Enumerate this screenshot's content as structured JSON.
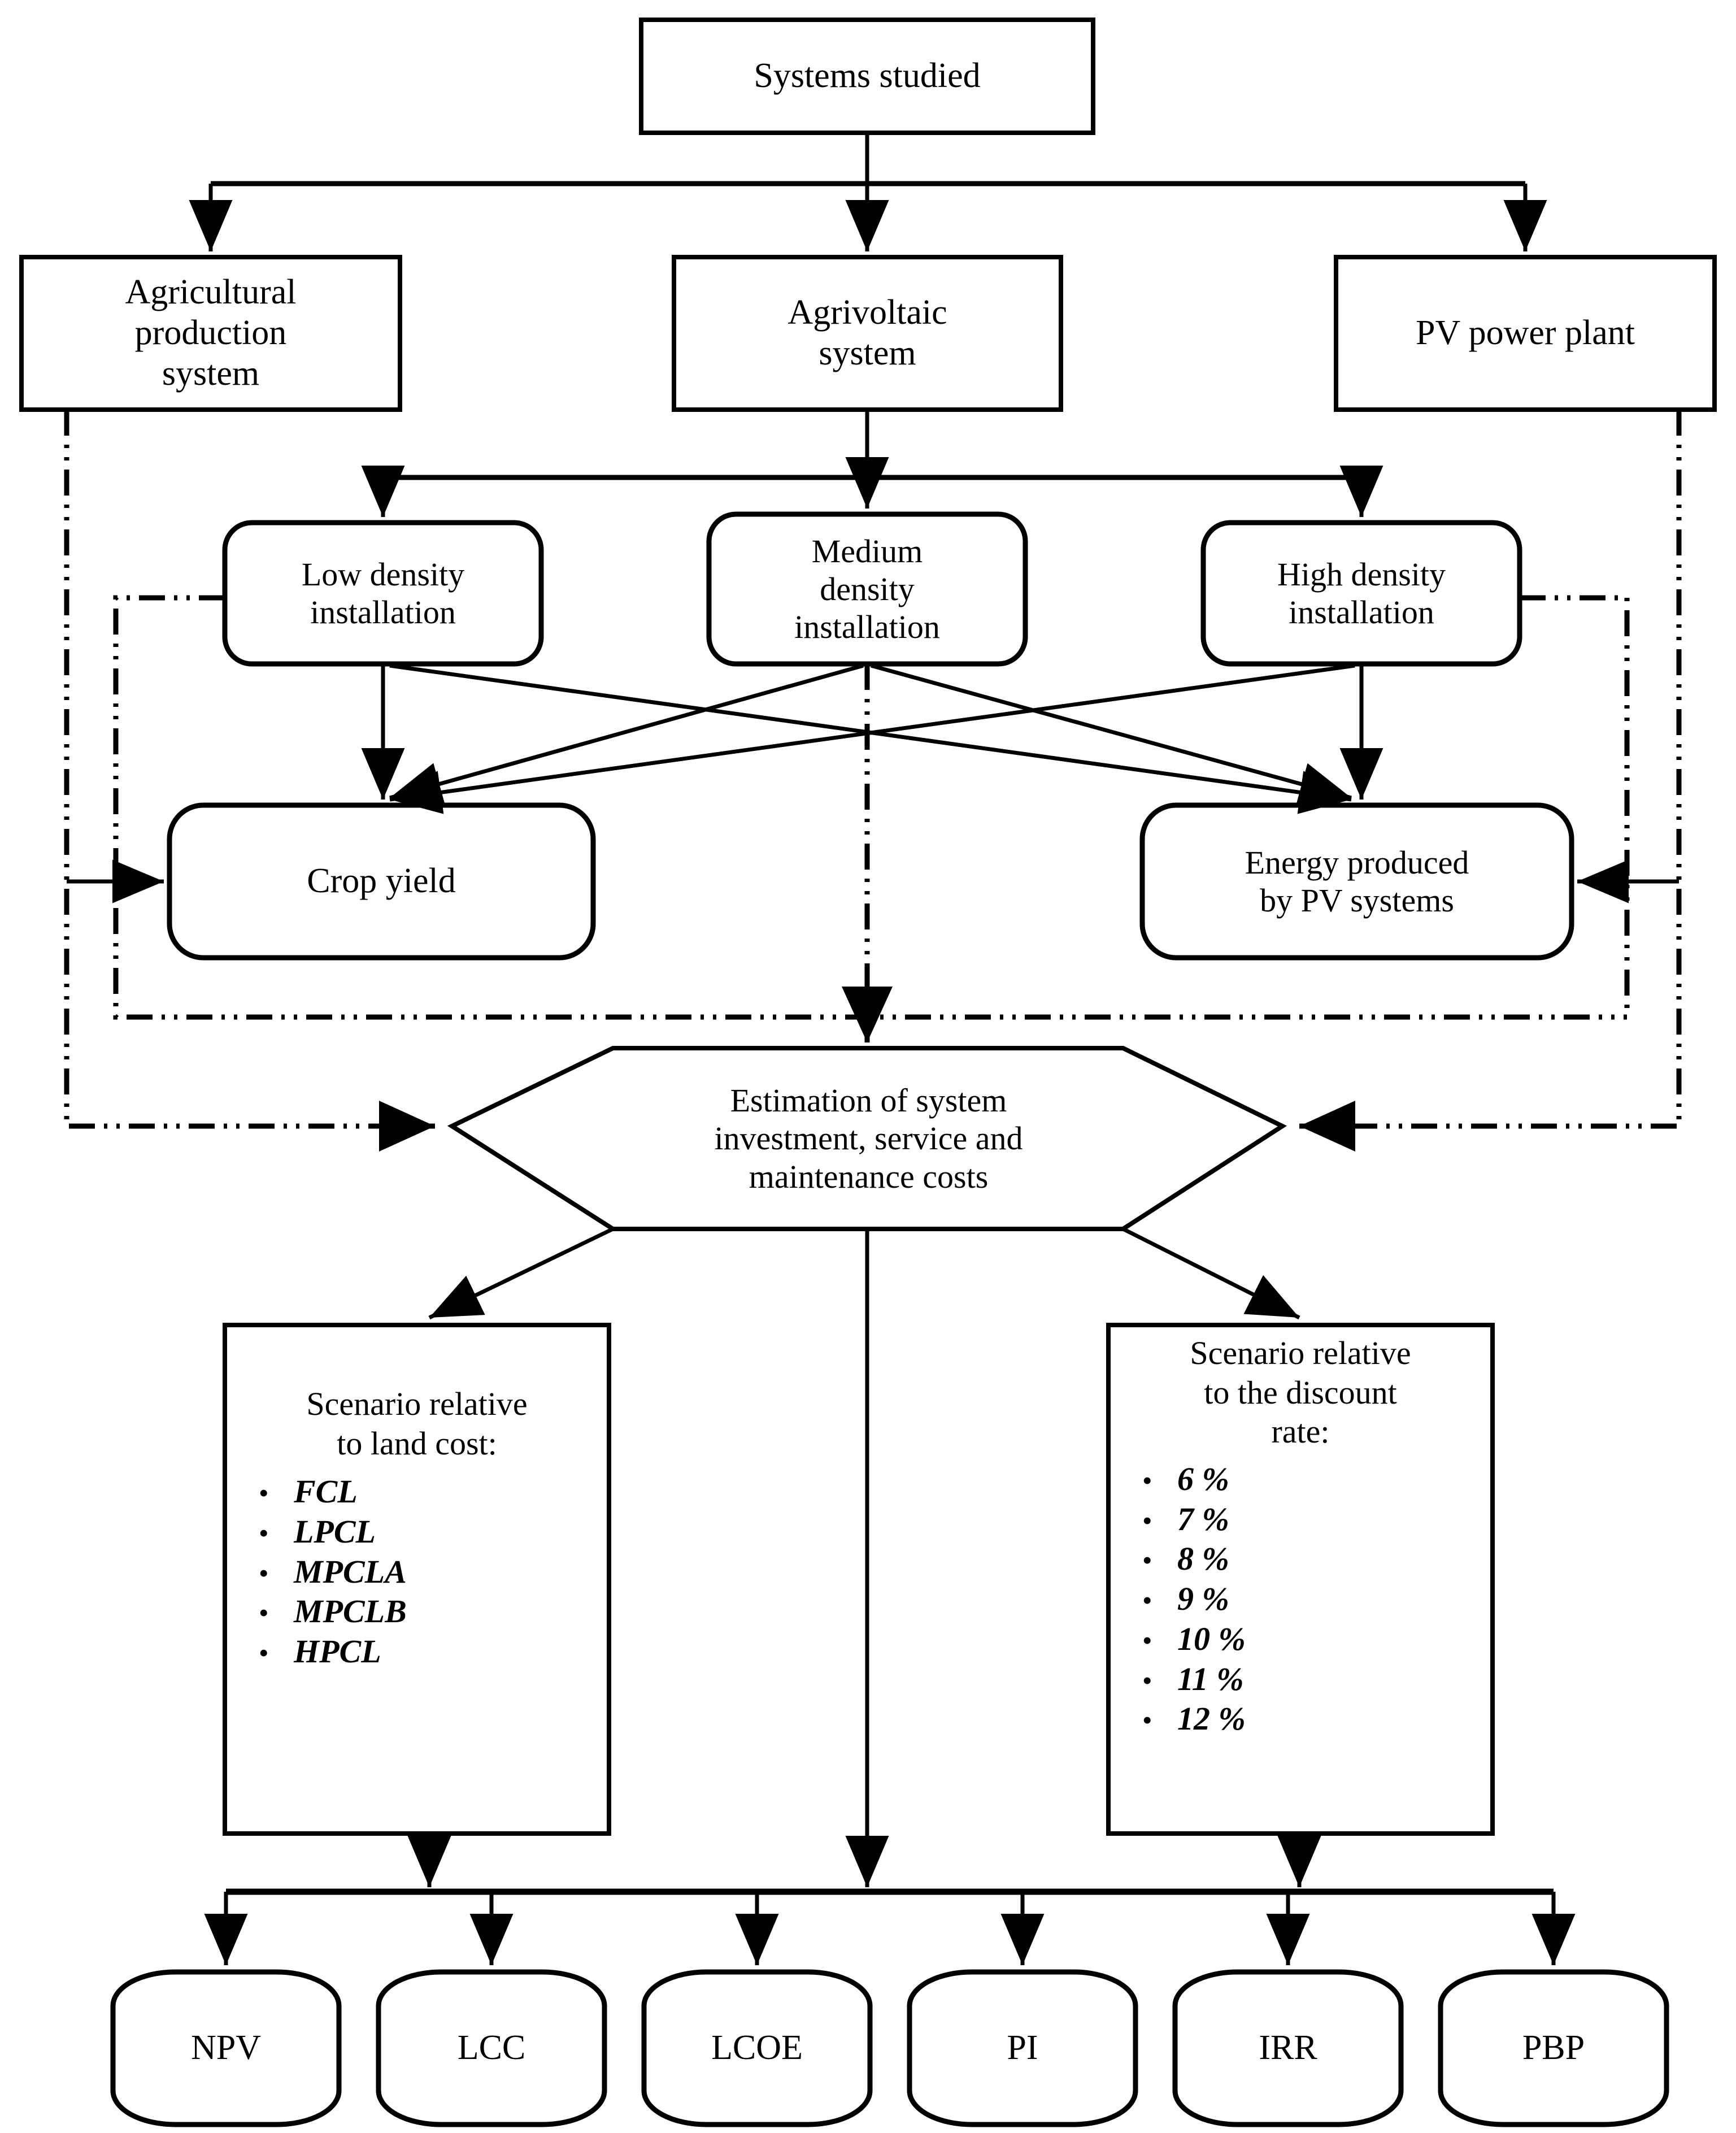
{
  "diagram": {
    "title": "Systems studied",
    "nodes": {
      "root": "Systems studied",
      "agricultural": "Agricultural\nproduction\nsystem",
      "agrivoltaic": "Agrivoltaic\nsystem",
      "pvplant": "PV power plant",
      "low_density": "Low density\ninstallation",
      "medium_density": "Medium\ndensity\ninstallation",
      "high_density": "High density\ninstallation",
      "crop_yield": "Crop yield",
      "energy_produced": "Energy produced\nby PV systems",
      "estimation": "Estimation of system\ninvestment, service and\nmaintenance costs"
    },
    "scenario_land": {
      "heading": "Scenario relative\nto land cost:",
      "bullet": "•",
      "items": [
        "FCL",
        "LPCL",
        "MPCLA",
        "MPCLB",
        "HPCL"
      ]
    },
    "scenario_discount": {
      "heading": "Scenario relative\nto the discount\nrate:",
      "bullet": "•",
      "items": [
        "6 %",
        "7 %",
        "8 %",
        "9 %",
        "10 %",
        "11 %",
        "12 %"
      ]
    },
    "metrics": [
      "NPV",
      "LCC",
      "LCOE",
      "PI",
      "IRR",
      "PBP"
    ],
    "colors": {
      "stroke": "#000000",
      "fill": "#ffffff",
      "background": "#ffffff"
    }
  }
}
